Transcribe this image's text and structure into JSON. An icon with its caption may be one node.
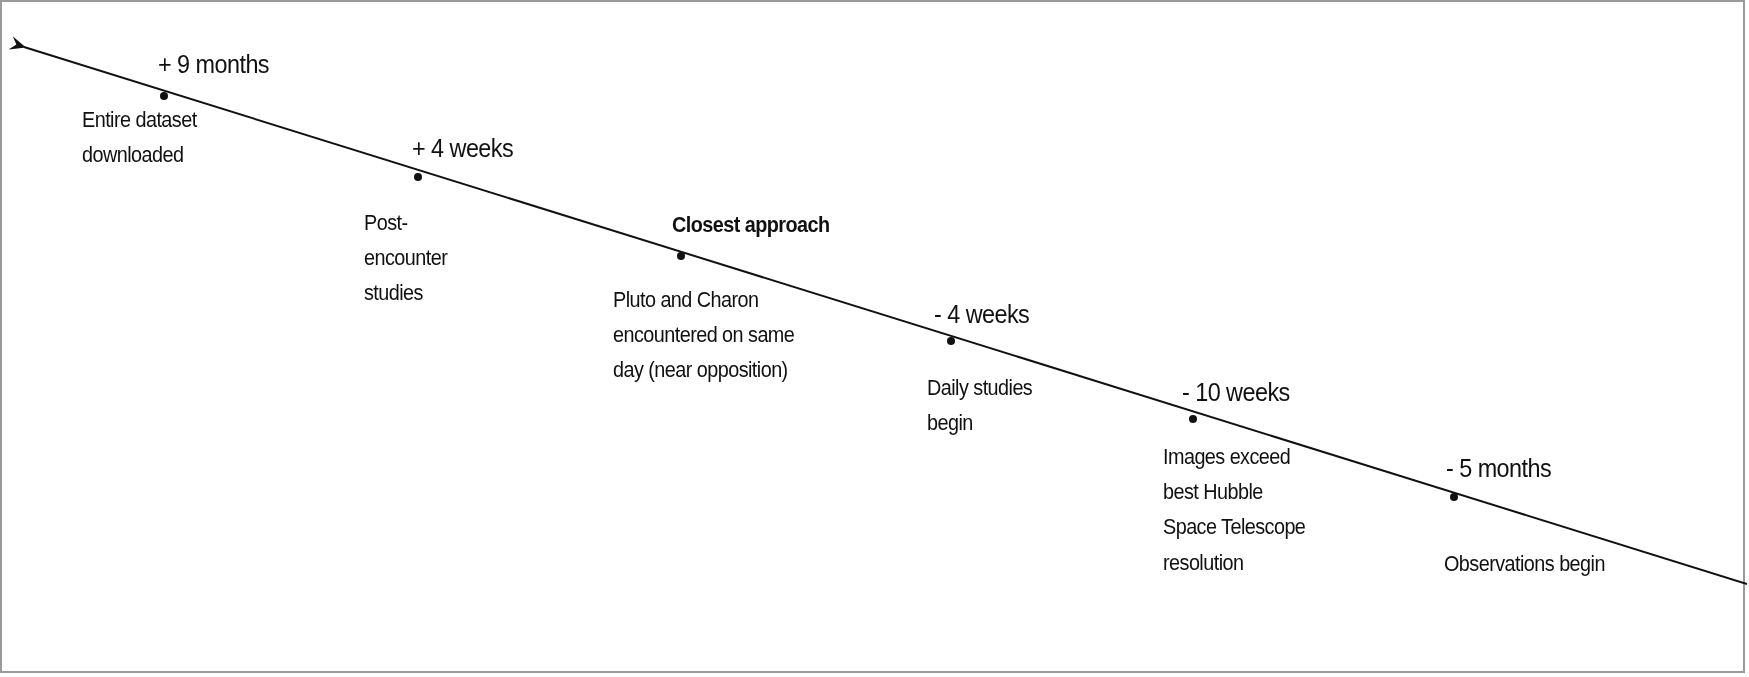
{
  "diagram": {
    "labels": [
      "+ 9 months",
      "Entire dataset downloaded",
      "+ 4 weeks",
      "Post- encounter studies",
      "Closest approach",
      "Pluto and Charon encountered on same day (near opposition)",
      "- 4 weeks",
      "Daily studies begin",
      "- 10 weeks",
      "Images exceed best Hubble Space Telescope resolution",
      "- 5 months",
      "Observations begin"
    ]
  }
}
